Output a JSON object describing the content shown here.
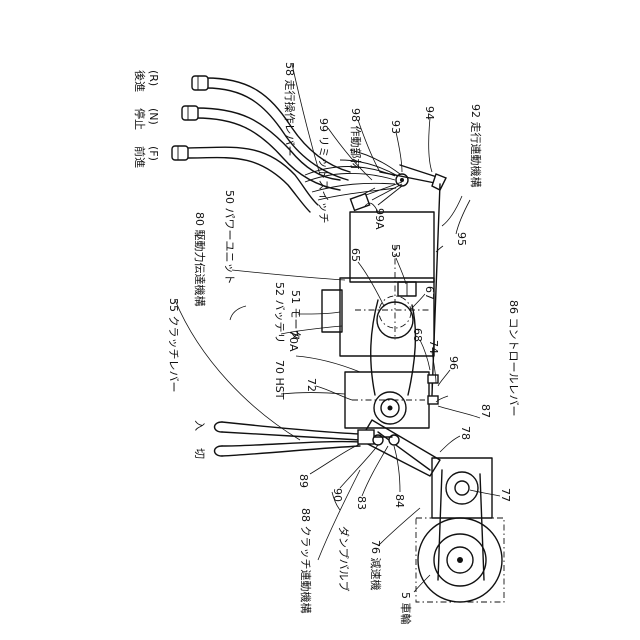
{
  "labels": {
    "ref_58": "58 走行操作レバー",
    "ref_99": "99 リミットスイッチ",
    "ref_98": "98 作動部材",
    "ref_93": "93",
    "ref_94": "94",
    "ref_92": "92 走行連動機構",
    "ref_99a": "99A",
    "ref_95": "95",
    "ref_80": "80 駆動力伝達機構",
    "ref_50": "50 パワーユニット",
    "ref_65": "65",
    "ref_53": "53",
    "ref_52": "52 バッテリ",
    "ref_51": "51 モータ",
    "ref_67": "67",
    "ref_55": "55 クラッチレバー",
    "ref_70a": "70A",
    "ref_68": "68",
    "ref_74": "74",
    "ref_70": "70 HST",
    "ref_72": "72",
    "ref_96": "96",
    "ref_86": "86 コントロールレバー",
    "ref_87": "87",
    "ref_78": "78",
    "ref_89": "89",
    "ref_90": "90",
    "ref_83": "83",
    "ref_84": "84",
    "ref_77": "77",
    "ref_88": "88 クラッチ連動機構",
    "ref_76": "76 減速機",
    "ref_dump": "ダンプバルブ",
    "ref_5": "5 車輪"
  },
  "positions": {
    "forward": "前進",
    "forward_code": "(F)",
    "stop": "停止",
    "stop_code": "(N)",
    "reverse": "後進",
    "reverse_code": "(R)",
    "off": "切",
    "on": "入"
  }
}
